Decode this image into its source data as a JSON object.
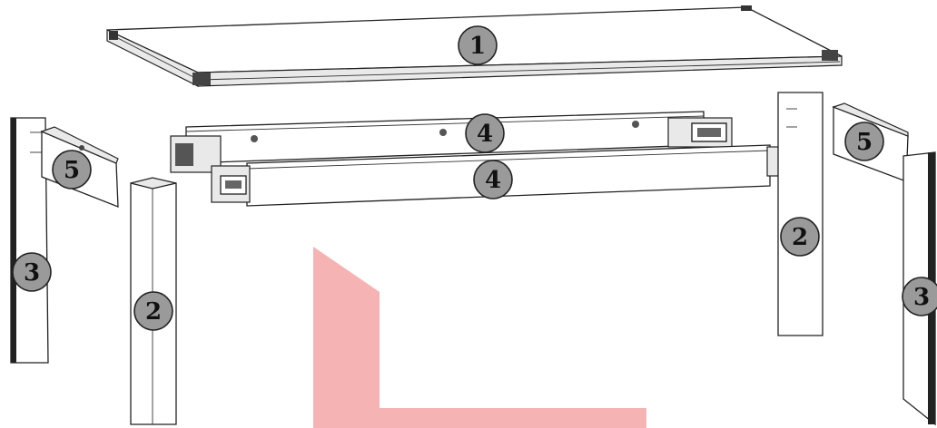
{
  "callouts": {
    "tabletop": "1",
    "leg_front_left": "2",
    "leg_back_right": "2",
    "leg_back_left": "3",
    "leg_front_right": "3",
    "rail_back": "4",
    "rail_front": "4",
    "end_block_left": "5",
    "end_block_right": "5"
  },
  "colors": {
    "callout_fill": "#9a9a9a",
    "watermark": "#f4a6a6"
  }
}
